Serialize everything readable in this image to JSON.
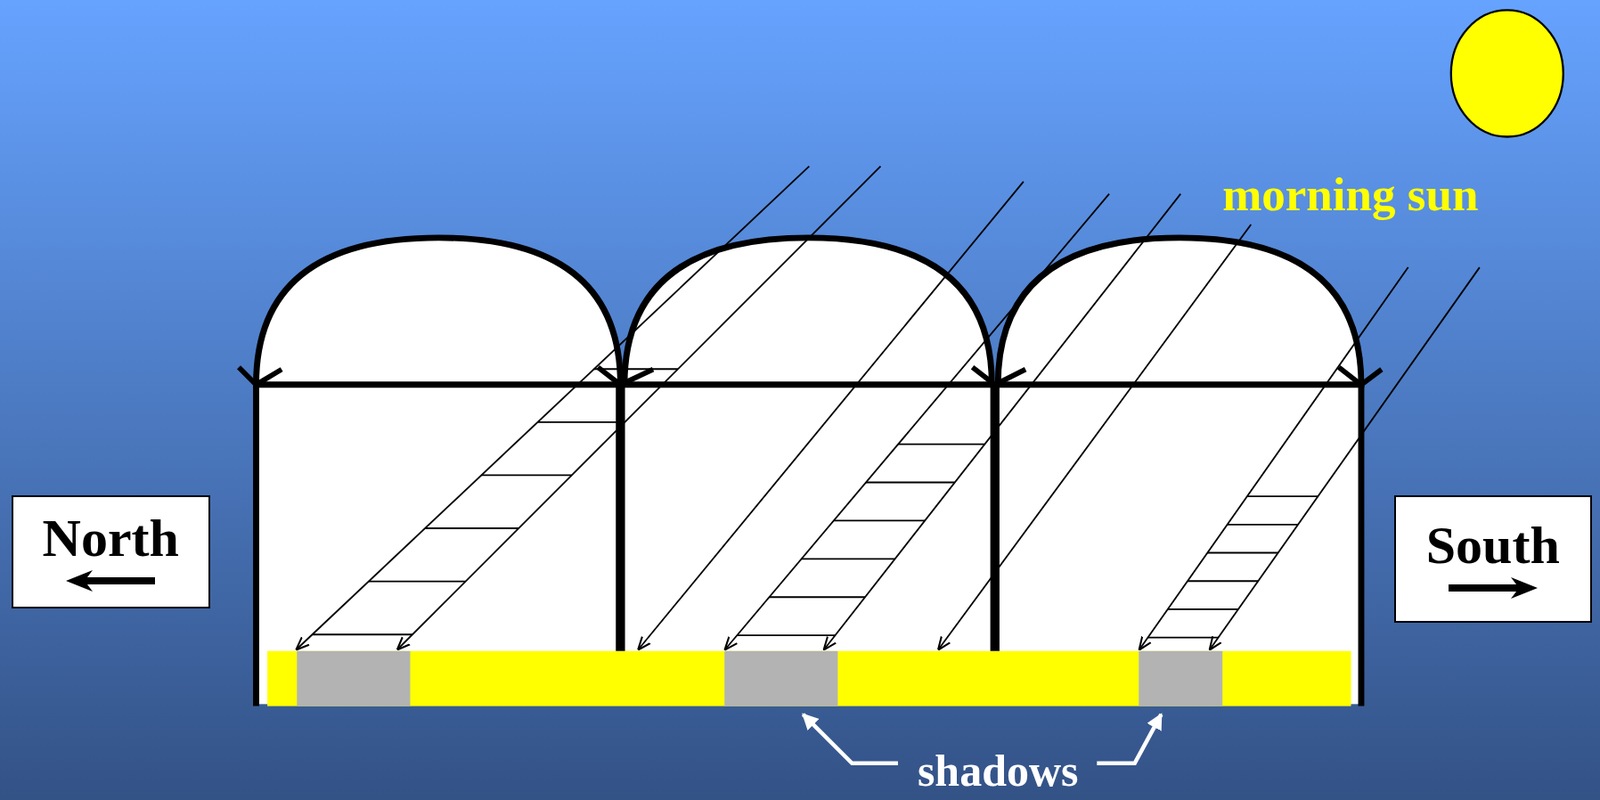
{
  "diagram": {
    "nodes": [
      {
        "text": [
          "North"
        ]
      },
      {
        "text": [
          "South"
        ]
      }
    ],
    "labels": [
      "morning sun",
      "shadows"
    ]
  }
}
